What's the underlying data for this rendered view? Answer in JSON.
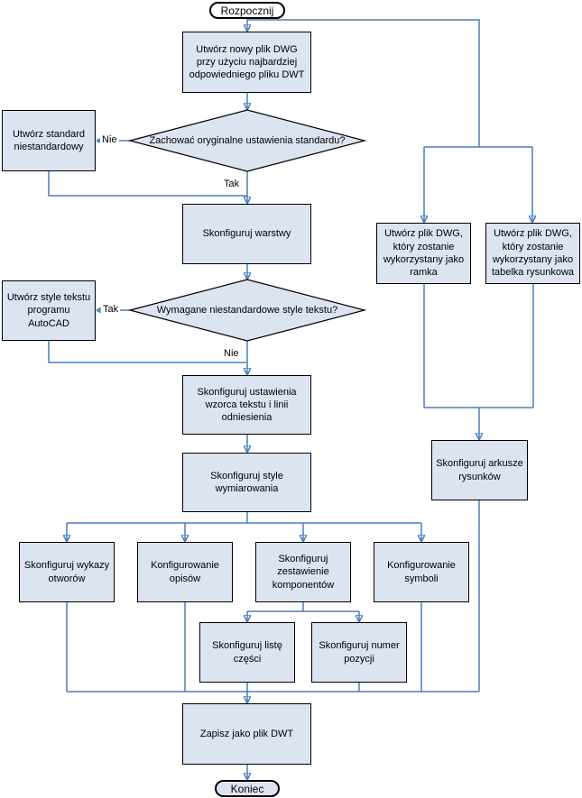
{
  "flowchart": {
    "start_label": "Rozpocznij",
    "end_label": "Koniec",
    "nodes": {
      "create_dwg": "Utwórz nowy plik DWG przy użyciu najbardziej odpowiedniego pliku DWT",
      "keep_standard_q": "Zachować oryginalne ustawienia standardu?",
      "custom_standard": "Utwórz standard niestandardowy",
      "configure_layers": "Skonfiguruj warstwy",
      "custom_text_styles_q": "Wymagane niestandardowe style tekstu?",
      "create_text_styles": "Utwórz style tekstu programu AutoCAD",
      "note_settings": "Skonfiguruj ustawienia wzorca tekstu i linii odniesienia",
      "dim_styles": "Skonfiguruj style wymiarowania",
      "hole_charts": "Skonfiguruj wykazy otworów",
      "annotations": "Konfigurowanie opisów",
      "component_lists": "Skonfiguruj zestawienie komponentów",
      "symbols": "Konfigurowanie symboli",
      "parts_list": "Skonfiguruj listę części",
      "item_number": "Skonfiguruj numer pozycji",
      "save_dwt": "Zapisz jako plik DWT",
      "frame_dwg": "Utwórz plik DWG, który zostanie wykorzystany jako ramka",
      "title_block_dwg": "Utwórz plik DWG, który zostanie wykorzystany jako tabelka rysunkowa",
      "drawing_sheets": "Skonfiguruj arkusze rysunków"
    },
    "edge_labels": {
      "keep_standard_no": "Nie",
      "keep_standard_yes": "Tak",
      "text_styles_yes": "Tak",
      "text_styles_no": "Nie"
    },
    "colors": {
      "node_fill": "#dce3f1",
      "node_border": "#000000",
      "connector": "#4a7ebb"
    }
  }
}
